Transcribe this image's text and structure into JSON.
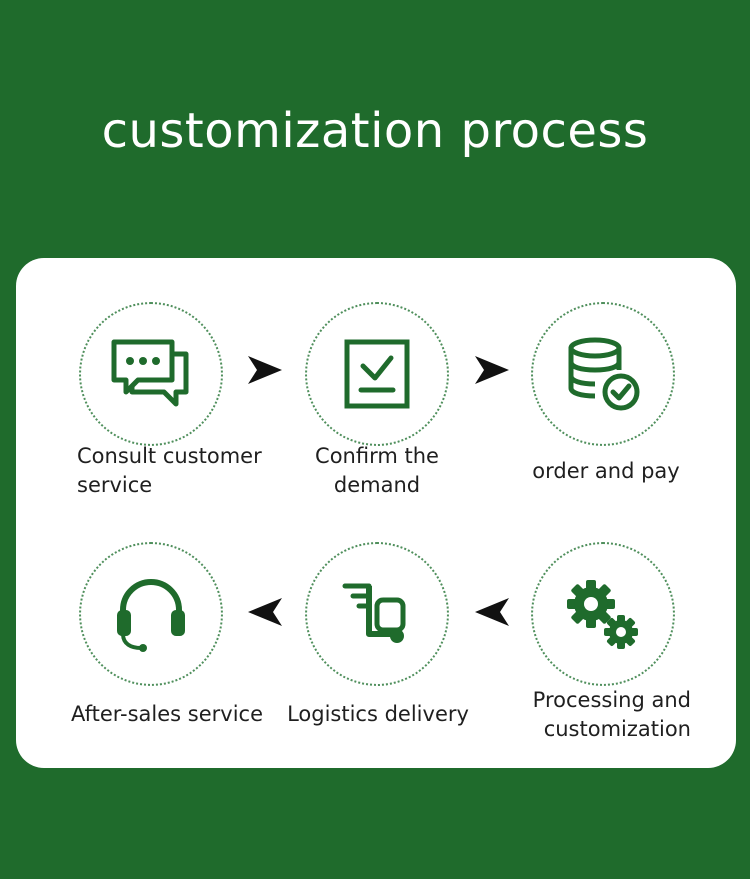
{
  "title": "customization process",
  "colors": {
    "background": "#1f6b2c",
    "icon": "#1f6b2c",
    "card": "#ffffff"
  },
  "steps": [
    {
      "icon": "chat-bubbles-icon",
      "label_lines": [
        "Consult customer",
        "service"
      ]
    },
    {
      "icon": "checklist-document-icon",
      "label_lines": [
        "Confirm the",
        "demand"
      ]
    },
    {
      "icon": "database-check-icon",
      "label_lines": [
        "order and pay"
      ]
    },
    {
      "icon": "gears-icon",
      "label_lines": [
        "Processing and",
        "customization"
      ]
    },
    {
      "icon": "delivery-cart-icon",
      "label_lines": [
        "Logistics delivery"
      ]
    },
    {
      "icon": "headset-icon",
      "label_lines": [
        "After-sales service"
      ]
    }
  ]
}
